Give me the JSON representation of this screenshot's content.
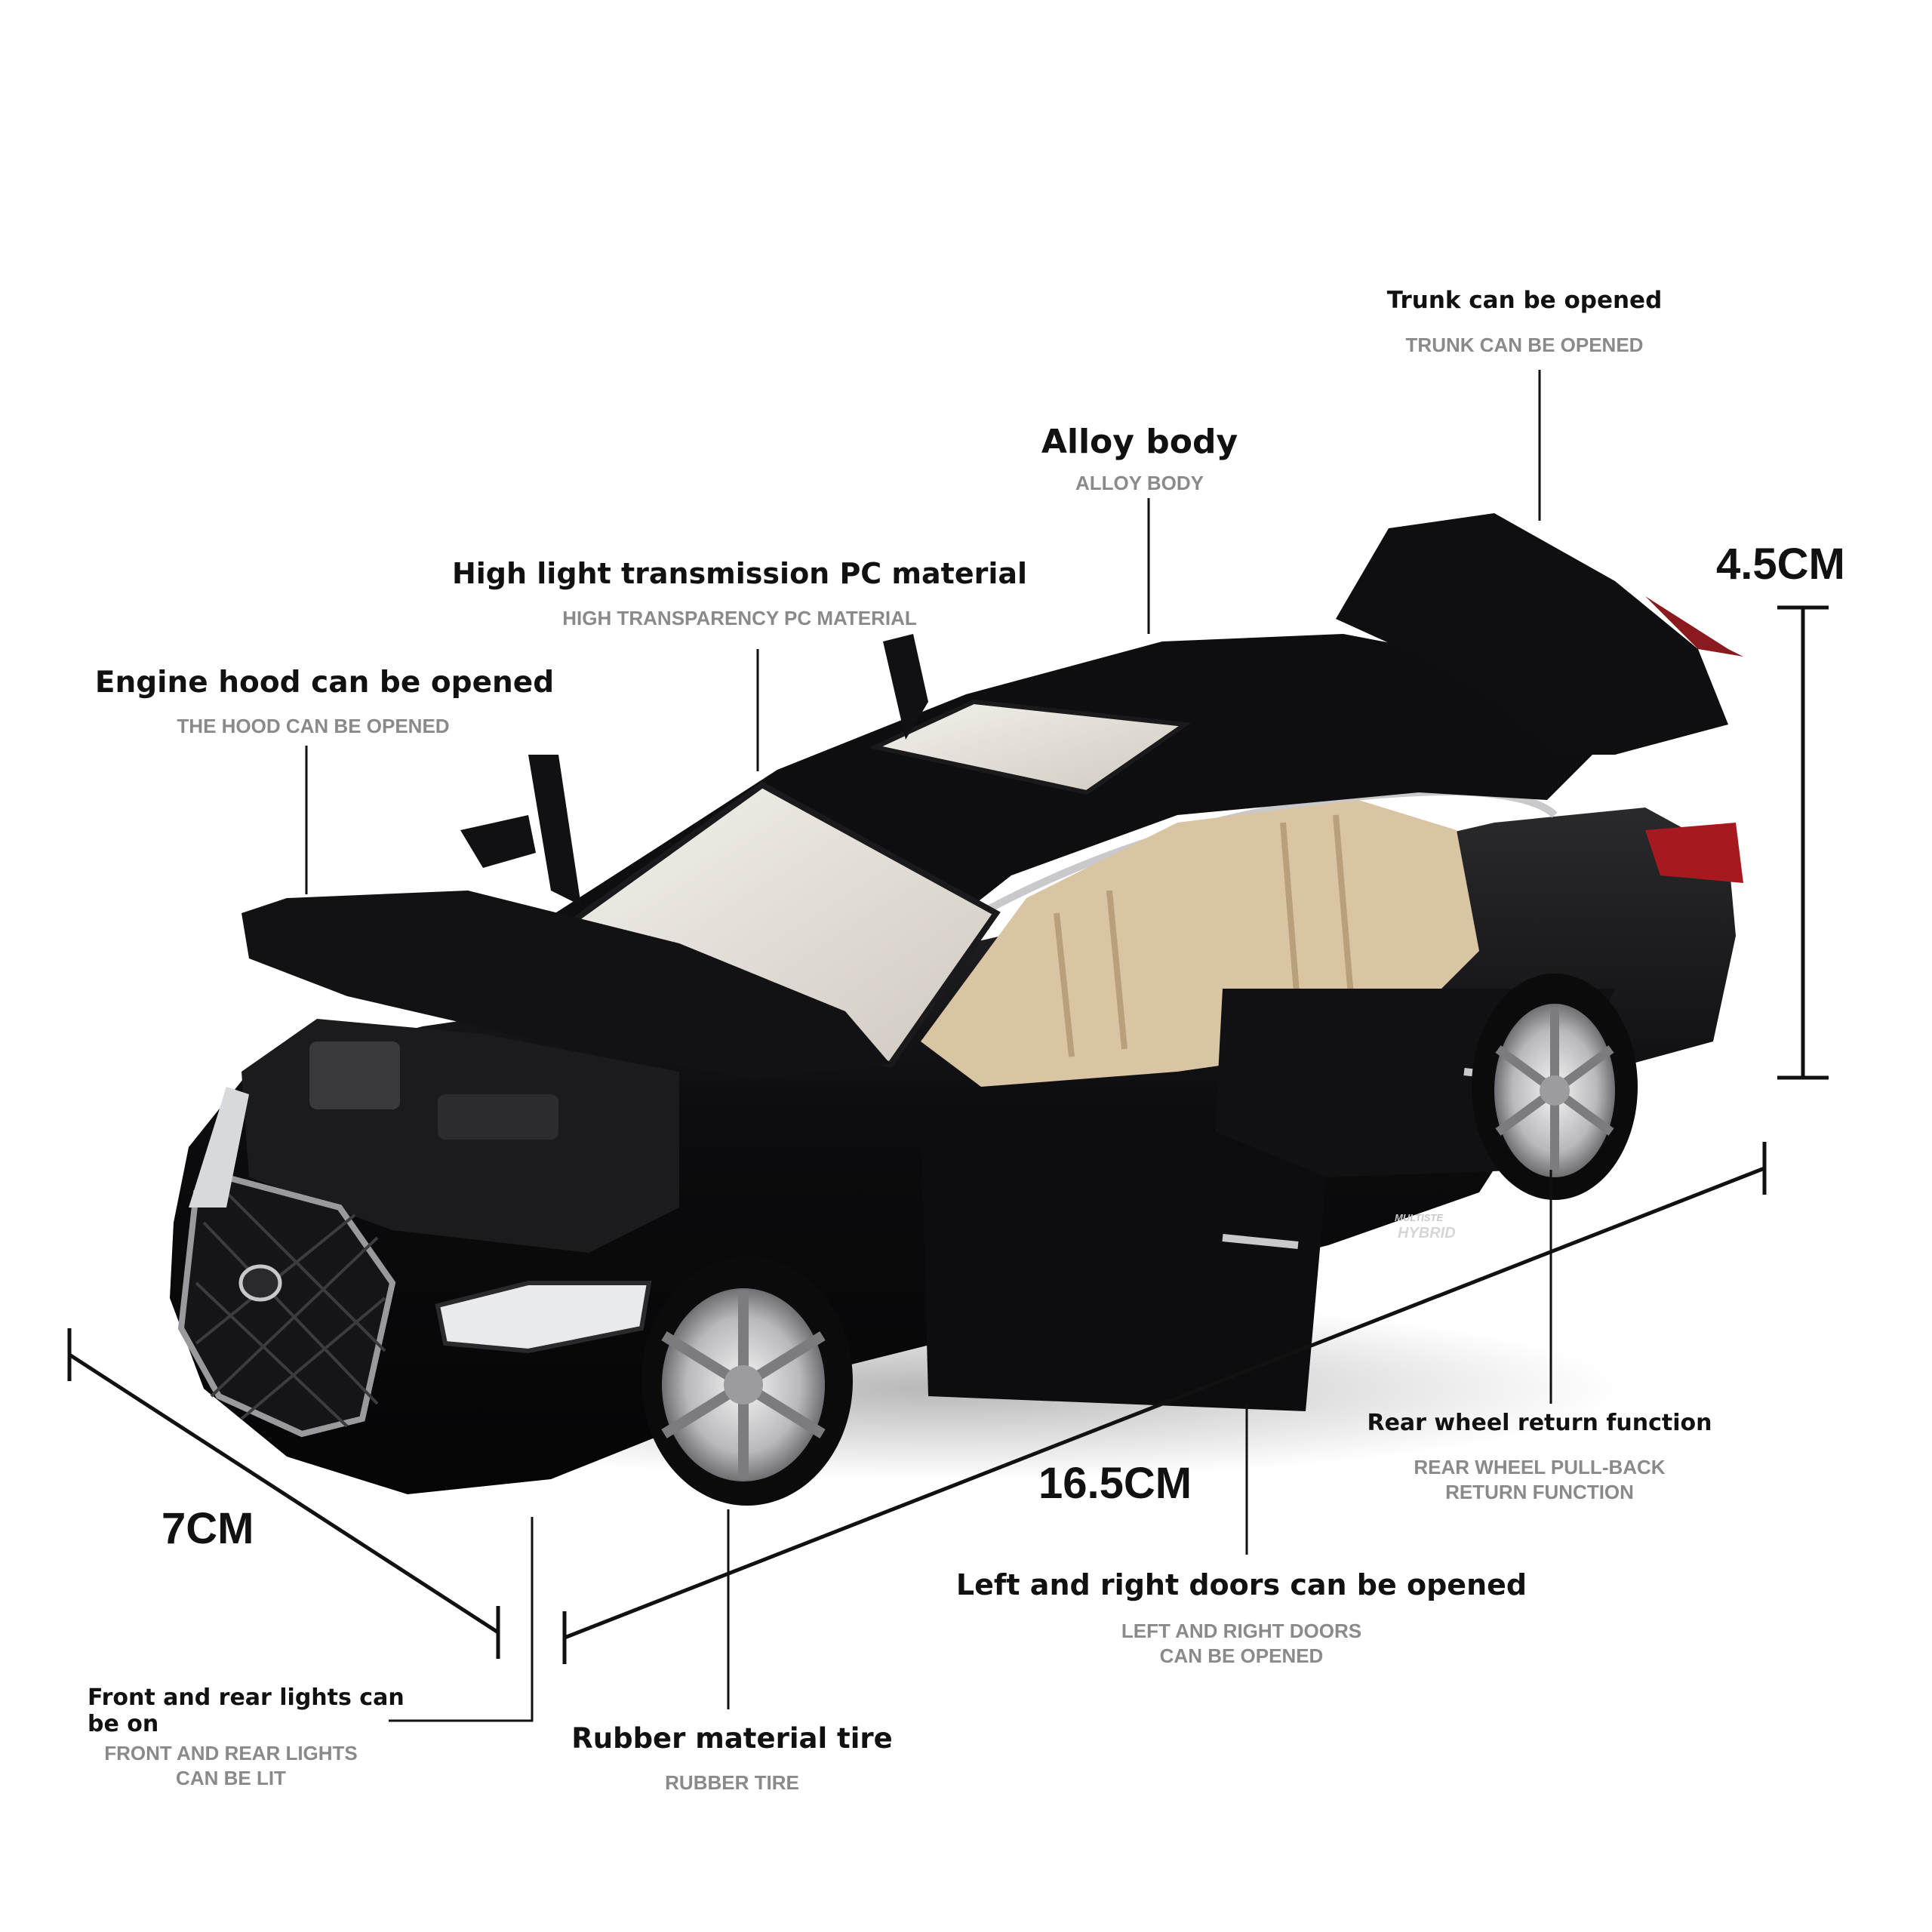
{
  "dimensions": {
    "height": "4.5CM",
    "length": "16.5CM",
    "width": "7CM"
  },
  "features": {
    "trunk": {
      "title": "Trunk can be opened",
      "subtitle": "TRUNK CAN BE OPENED"
    },
    "alloy": {
      "title": "Alloy body",
      "subtitle": "ALLOY BODY"
    },
    "pc": {
      "title": "High light transmission PC material",
      "subtitle": "HIGH TRANSPARENCY PC MATERIAL"
    },
    "hood": {
      "title": "Engine hood can be opened",
      "subtitle": "THE HOOD CAN BE OPENED"
    },
    "rear_wheel": {
      "title": "Rear wheel return function",
      "subtitle_line1": "REAR WHEEL PULL-BACK",
      "subtitle_line2": "RETURN FUNCTION"
    },
    "doors": {
      "title": "Left and right doors can be opened",
      "subtitle_line1": "LEFT AND RIGHT DOORS",
      "subtitle_line2": "CAN BE OPENED"
    },
    "lights": {
      "title_line1": "Front and rear lights can",
      "title_line2": "be on",
      "subtitle_line1": "FRONT AND REAR LIGHTS",
      "subtitle_line2": "CAN BE LIT"
    },
    "tire": {
      "title": "Rubber material tire",
      "subtitle": "RUBBER TIRE"
    }
  },
  "car": {
    "badge_line1": "MULTISTE",
    "badge_line2": "HYBRID",
    "body_color": "#0b0b0d",
    "interior_color": "#d9c4a4"
  }
}
